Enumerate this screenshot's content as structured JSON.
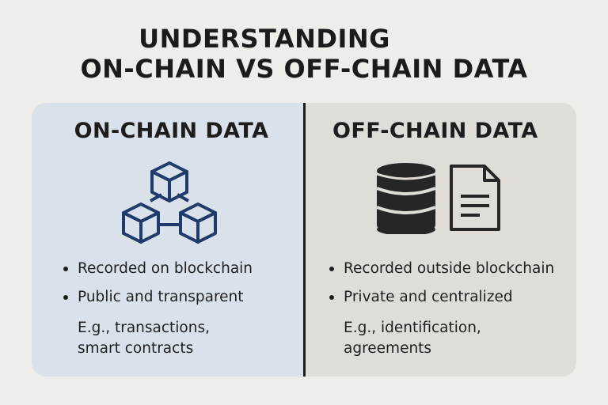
{
  "title": {
    "line1": "UNDERSTANDING",
    "line2": "ON-CHAIN VS OFF-CHAIN DATA"
  },
  "on_chain": {
    "heading": "ON-CHAIN DATA",
    "icon": "blockchain-cubes-icon",
    "bullets": [
      "Recorded on blockchain",
      "Public and transparent"
    ],
    "example_line1": "E.g., transactions,",
    "example_line2": "smart contracts"
  },
  "off_chain": {
    "heading": "OFF-CHAIN DATA",
    "icons": [
      "database-icon",
      "document-icon"
    ],
    "bullets": [
      "Recorded outside blockchain",
      "Private and centralized"
    ],
    "example_line1": "E.g., identification,",
    "example_line2": "agreements"
  },
  "colors": {
    "background": "#efede9",
    "on_chain_panel": "#d9e2ea",
    "off_chain_panel": "#e0ddd9",
    "cube_stroke": "#1f3a6b",
    "icon_dark": "#262626"
  }
}
